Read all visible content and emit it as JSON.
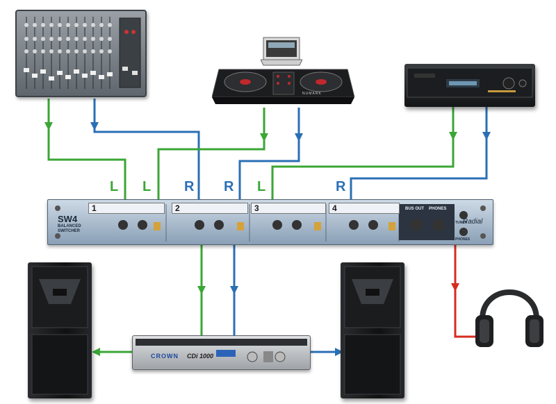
{
  "connection_labels": {
    "mixer_left": "L",
    "dj_left": "L",
    "mixer_right": "R",
    "dj_right": "R",
    "dvd_left": "L",
    "dvd_right": "R"
  },
  "switcher": {
    "model": "SW4",
    "subtitle_line1": "BALANCED",
    "subtitle_line2": "SWITCHER",
    "brand": "Radial",
    "channel_numbers": [
      "1",
      "2",
      "3",
      "4"
    ],
    "bus_out_label": "BUS OUT",
    "phones_label": "PHONES",
    "talkback_label": "TUNER",
    "phones_jack_label": "PHONES"
  },
  "amplifier": {
    "brand": "CROWN",
    "model": "CDi 1000"
  },
  "dj_controller": {
    "brand": "NUMARK"
  },
  "colors": {
    "left_channel": "#3aa635",
    "right_channel": "#2a6fb5",
    "headphone_feed": "#d62b1f"
  }
}
